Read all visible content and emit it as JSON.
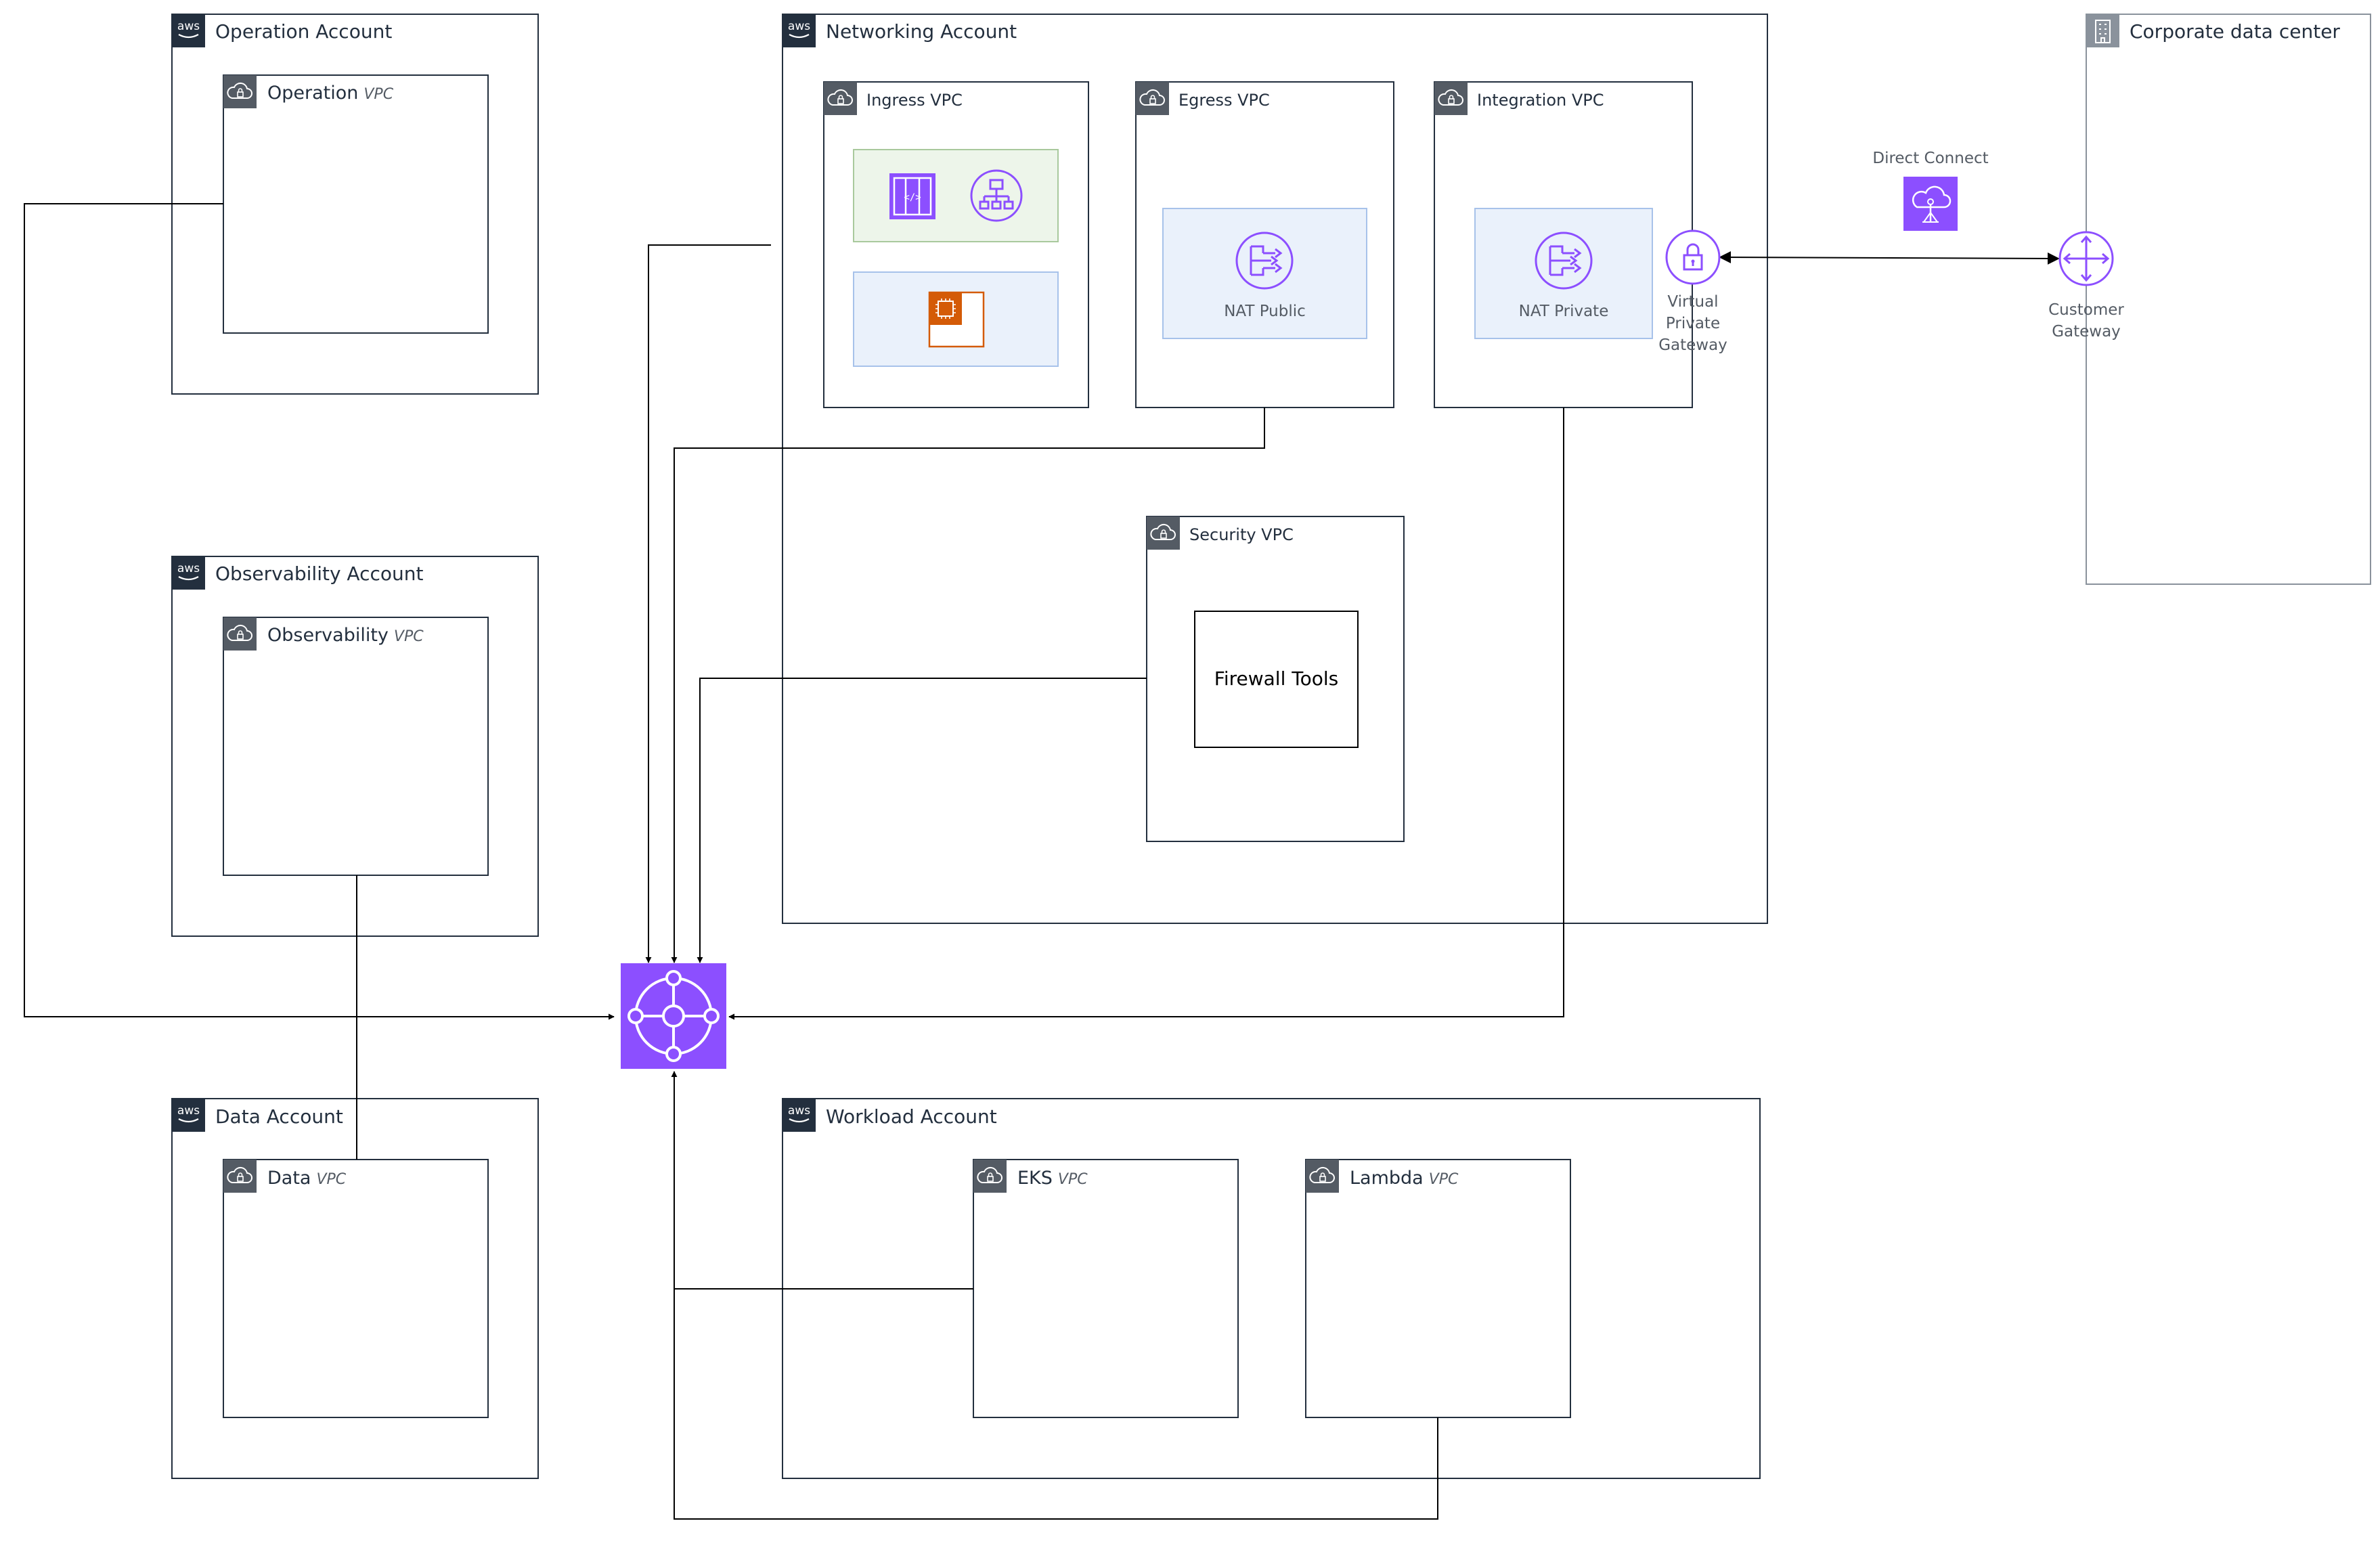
{
  "accounts": {
    "operation": {
      "title": "Operation Account",
      "vpc_name": "Operation",
      "vpc_suffix": "VPC"
    },
    "observability": {
      "title": "Observability Account",
      "vpc_name": "Observability",
      "vpc_suffix": "VPC"
    },
    "data": {
      "title": "Data Account",
      "vpc_name": "Data",
      "vpc_suffix": "VPC"
    },
    "networking": {
      "title": "Networking Account"
    },
    "workload": {
      "title": "Workload Account"
    }
  },
  "networking_vpcs": {
    "ingress": {
      "title": "Ingress VPC"
    },
    "egress": {
      "title": "Egress VPC"
    },
    "integration": {
      "title": "Integration VPC"
    },
    "security": {
      "title": "Security VPC"
    }
  },
  "workload_vpcs": {
    "eks": {
      "name": "EKS",
      "suffix": "VPC"
    },
    "lambda": {
      "name": "Lambda",
      "suffix": "VPC"
    }
  },
  "nodes": {
    "nat_public": "NAT Public",
    "nat_private": "NAT Private",
    "vpg": "Virtual Private Gateway",
    "customer_gateway": "Customer Gateway",
    "direct_connect": "Direct Connect",
    "firewall": "Firewall Tools",
    "corporate_dc": "Corporate data center"
  },
  "colors": {
    "aws_purple": "#8c4fff",
    "container_border": "#232f3e",
    "vpc_badge": "#545b64",
    "public_subnet_fill": "#edf5ea",
    "public_subnet_border": "#a9c99d",
    "private_subnet_fill": "#eaf1fb",
    "private_subnet_border": "#a7c2ea",
    "ec2_orange": "#d45b07",
    "corporate_gray": "#8a929c"
  },
  "icons": {
    "aws_badge": "aws-logo-icon",
    "vpc_badge": "vpc-cloud-lock-icon",
    "transit_gateway": "transit-gateway-icon",
    "api_gateway": "api-gateway-icon",
    "load_balancer": "load-balancer-icon",
    "ec2": "ec2-instance-icon",
    "nat_gateway": "nat-gateway-icon",
    "vpn_gateway": "vpn-gateway-lock-icon",
    "customer_gateway": "customer-gateway-icon",
    "direct_connect": "direct-connect-icon",
    "corporate": "corporate-building-icon"
  }
}
